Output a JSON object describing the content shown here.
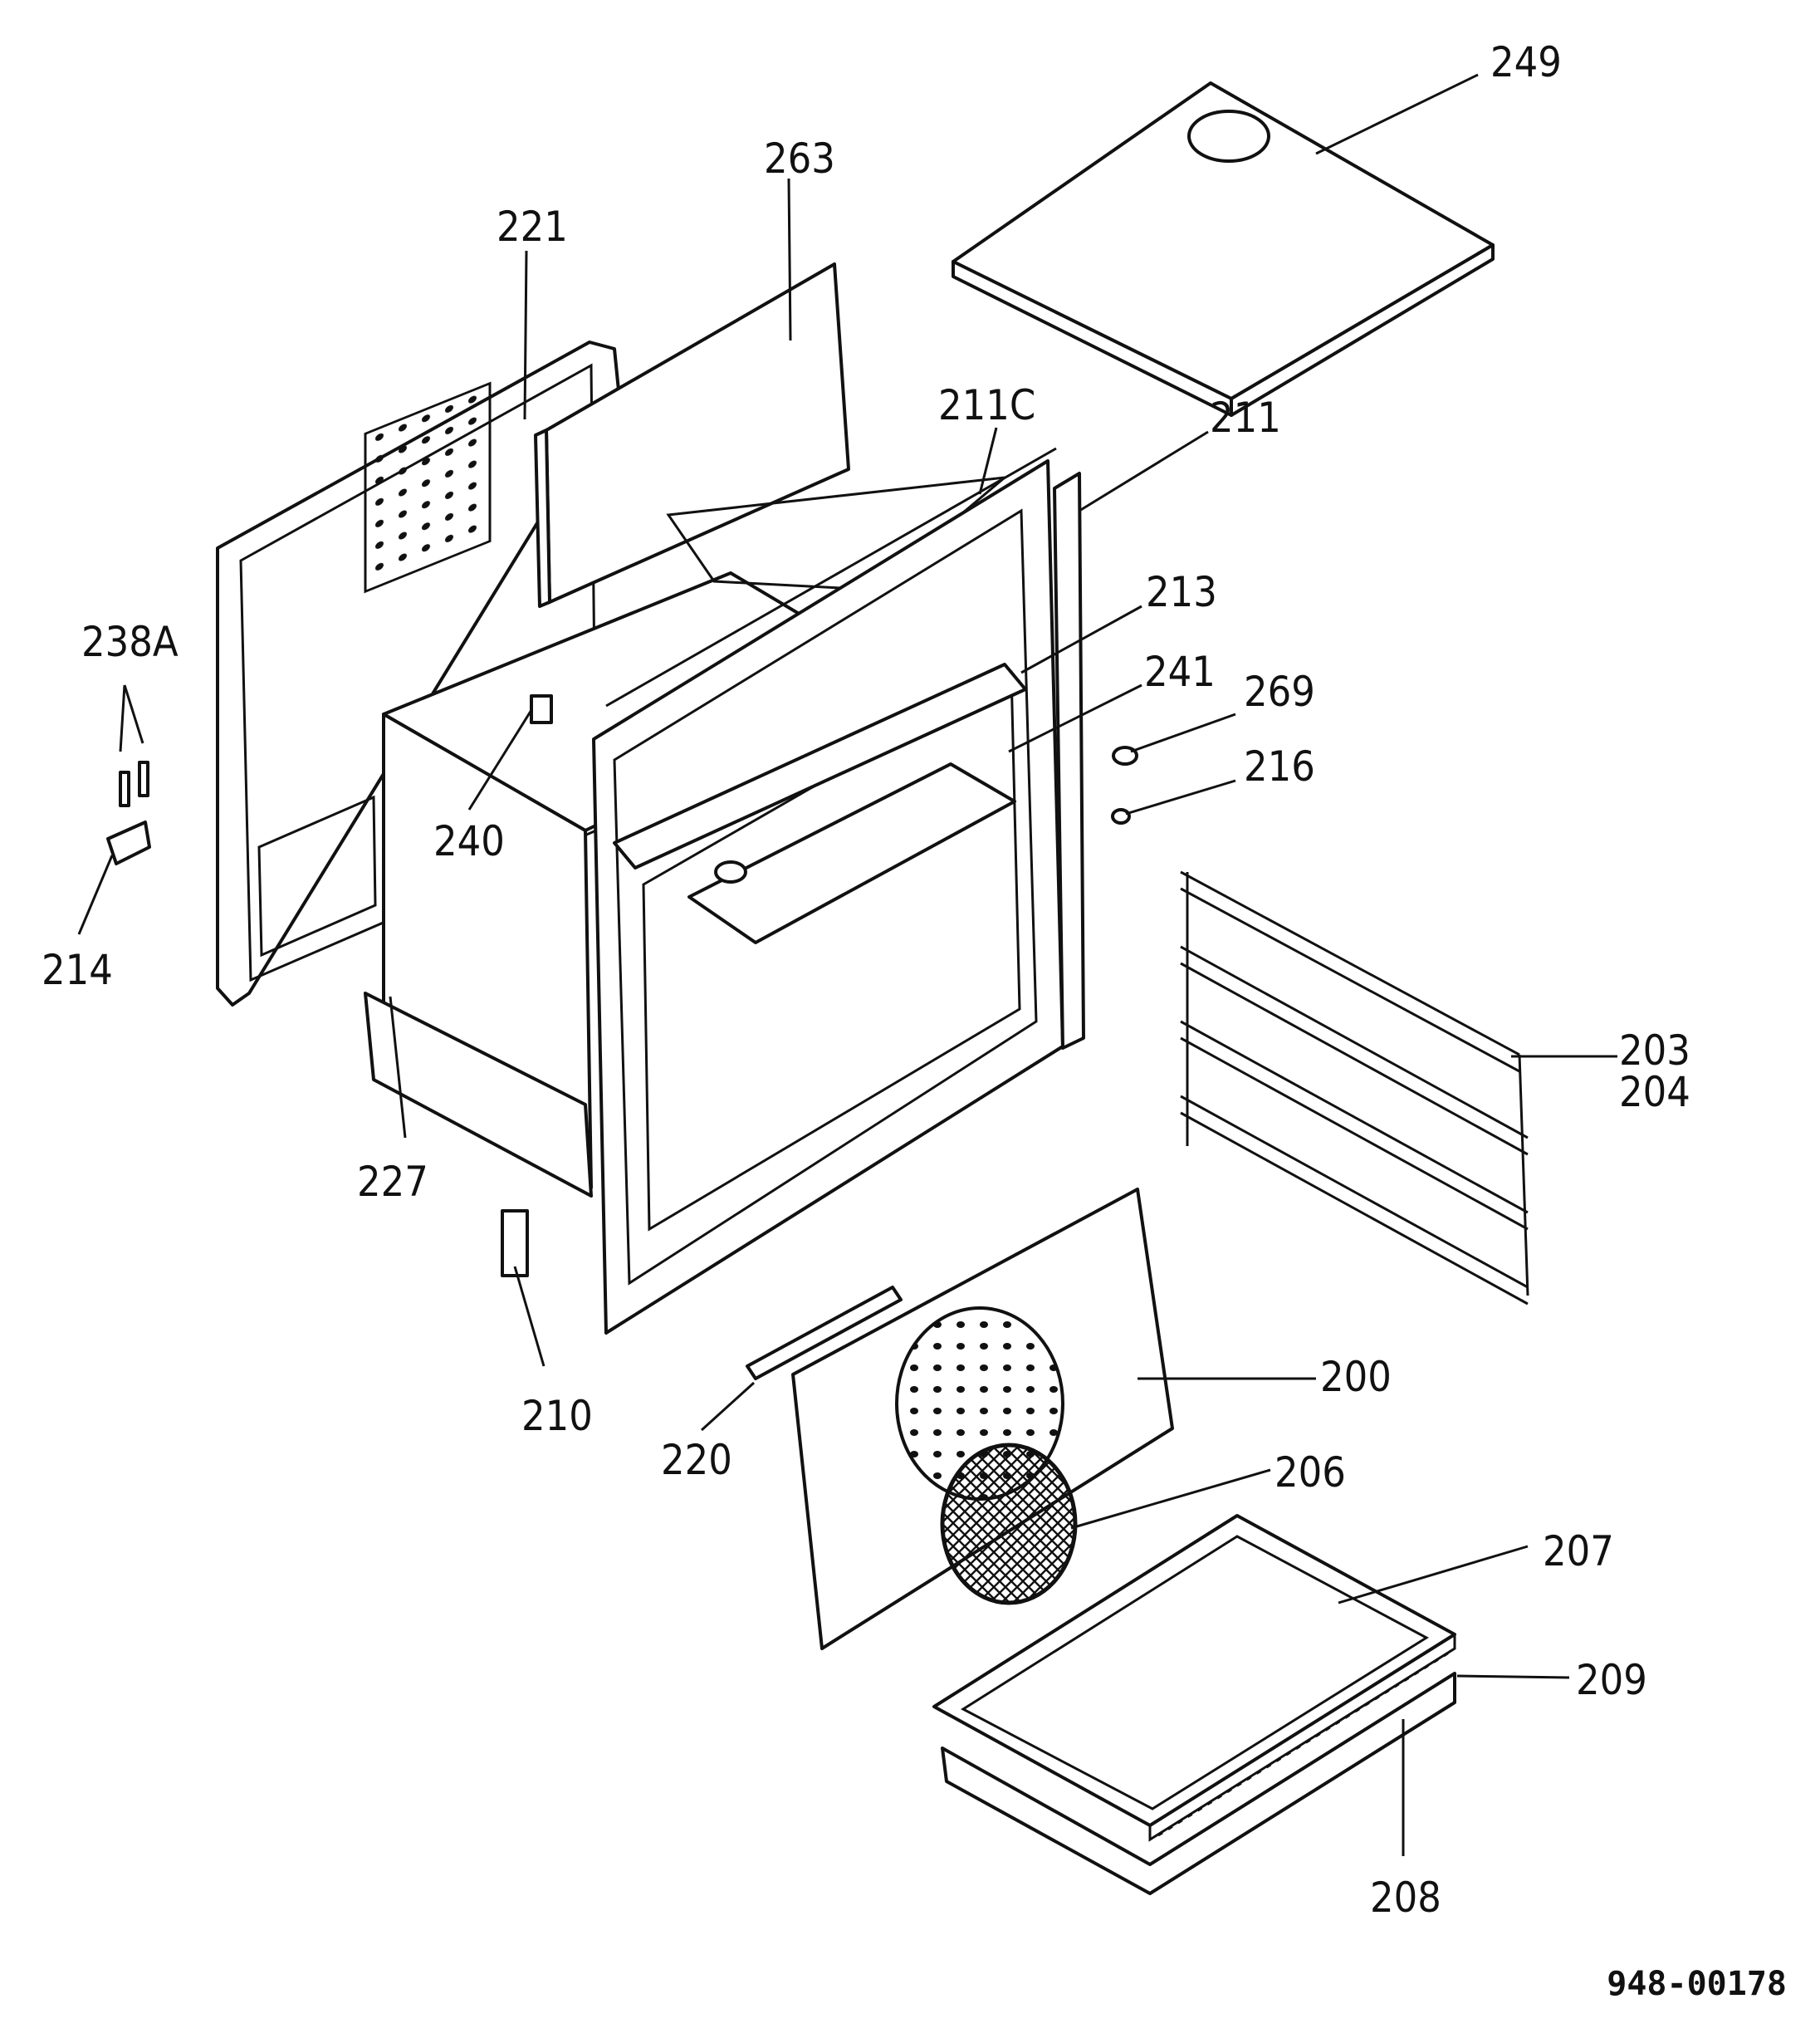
{
  "labels": [
    {
      "id": "249",
      "text": "249"
    },
    {
      "id": "263",
      "text": "263"
    },
    {
      "id": "221",
      "text": "221"
    },
    {
      "id": "211C",
      "text": "211C"
    },
    {
      "id": "211",
      "text": "211"
    },
    {
      "id": "213",
      "text": "213"
    },
    {
      "id": "241",
      "text": "241"
    },
    {
      "id": "269",
      "text": "269"
    },
    {
      "id": "216",
      "text": "216"
    },
    {
      "id": "238A",
      "text": "238A"
    },
    {
      "id": "240",
      "text": "240"
    },
    {
      "id": "214",
      "text": "214"
    },
    {
      "id": "203",
      "text": "203"
    },
    {
      "id": "204",
      "text": "204"
    },
    {
      "id": "227",
      "text": "227"
    },
    {
      "id": "210",
      "text": "210"
    },
    {
      "id": "200",
      "text": "200"
    },
    {
      "id": "220",
      "text": "220"
    },
    {
      "id": "206",
      "text": "206"
    },
    {
      "id": "207",
      "text": "207"
    },
    {
      "id": "209",
      "text": "209"
    },
    {
      "id": "208",
      "text": "208"
    }
  ],
  "reference_code": "948-00178"
}
